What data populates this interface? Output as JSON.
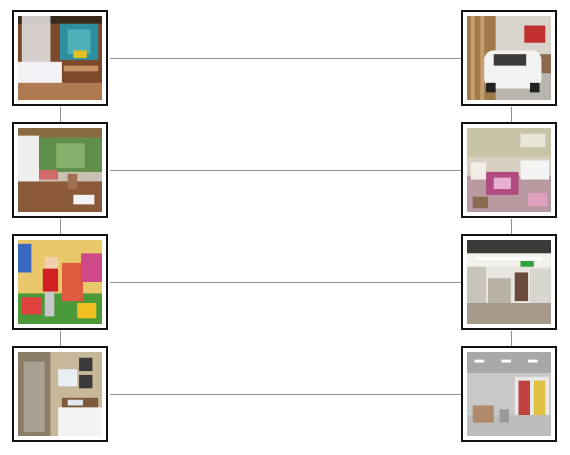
{
  "gallery": {
    "left_column": [
      {
        "scene": "bedroom-photo"
      },
      {
        "scene": "porch-photo"
      },
      {
        "scene": "playroom-photo"
      },
      {
        "scene": "bathroom-photo"
      }
    ],
    "right_column": [
      {
        "scene": "garage-car-photo"
      },
      {
        "scene": "kids-bedroom-photo"
      },
      {
        "scene": "office-lobby-photo"
      },
      {
        "scene": "warehouse-photo"
      }
    ],
    "colors": {
      "frame": "#111111",
      "connector": "#8f8f8f",
      "background": "#ffffff"
    }
  }
}
